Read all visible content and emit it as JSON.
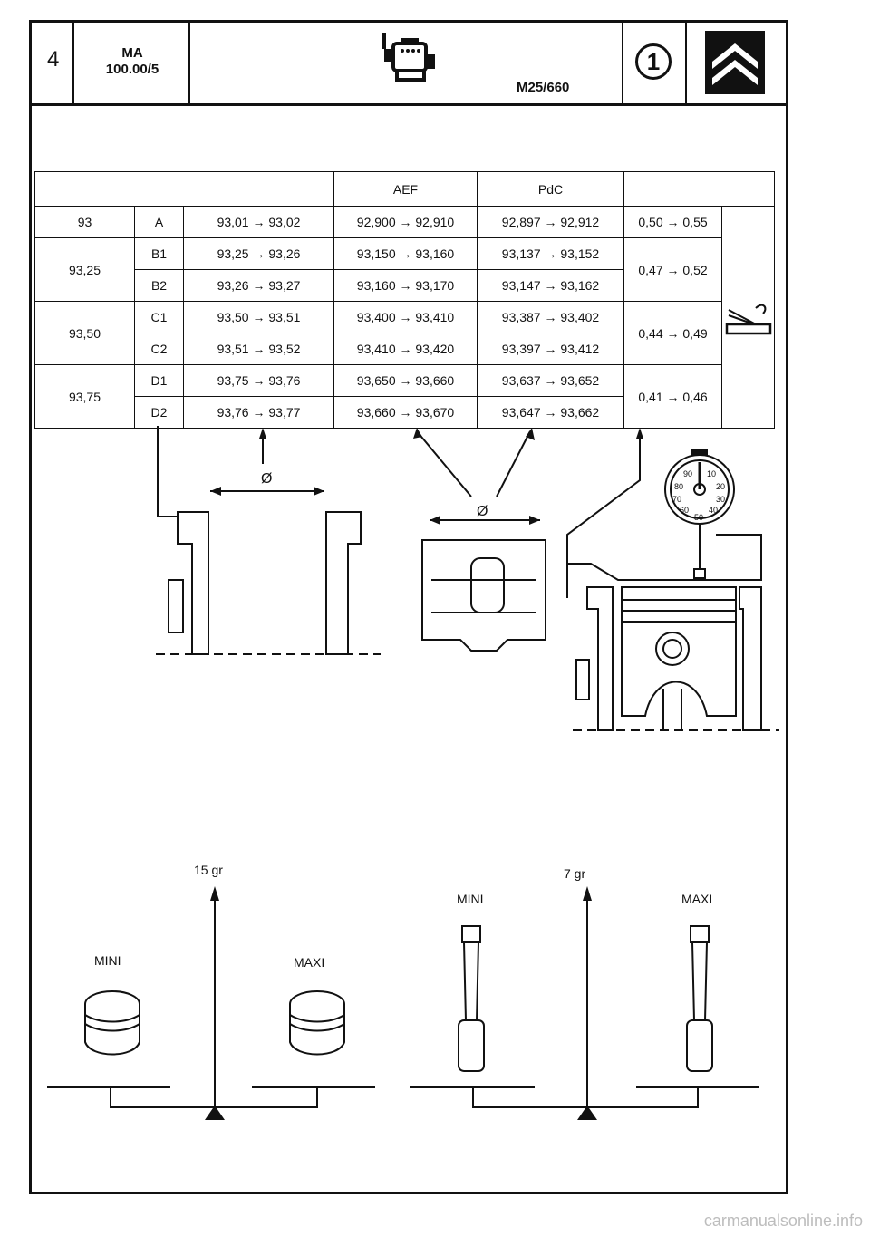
{
  "header": {
    "page_number": "4",
    "ma_line1": "MA",
    "ma_line2": "100.00/5",
    "model": "M25/660",
    "badge": "1",
    "engine_icon": "engine-icon",
    "brand_icon": "citroen-chevron-logo"
  },
  "table": {
    "col_aef": "AEF",
    "col_pdc": "PdC",
    "rows": [
      {
        "group": "93",
        "class": "A",
        "bore": "93,01 → 93,02",
        "aef": "92,900 → 92,910",
        "pdc": "92,897 → 92,912",
        "clearance": "0,50 → 0,55"
      },
      {
        "group": "93,25",
        "class": "B1",
        "bore": "93,25 → 93,26",
        "aef": "93,150 → 93,160",
        "pdc": "93,137 → 93,152",
        "clearance": "0,47 → 0,52"
      },
      {
        "group": "",
        "class": "B2",
        "bore": "93,26 → 93,27",
        "aef": "93,160 → 93,170",
        "pdc": "93,147 → 93,162",
        "clearance": ""
      },
      {
        "group": "93,50",
        "class": "C1",
        "bore": "93,50 → 93,51",
        "aef": "93,400 → 93,410",
        "pdc": "93,387 → 93,402",
        "clearance": "0,44 → 0,49"
      },
      {
        "group": "",
        "class": "C2",
        "bore": "93,51 → 93,52",
        "aef": "93,410 → 93,420",
        "pdc": "93,397 → 93,412",
        "clearance": ""
      },
      {
        "group": "93,75",
        "class": "D1",
        "bore": "93,75 → 93,76",
        "aef": "93,650 → 93,660",
        "pdc": "93,637 → 93,652",
        "clearance": "0,41 → 0,46"
      },
      {
        "group": "",
        "class": "D2",
        "bore": "93,76 → 93,77",
        "aef": "93,660 → 93,670",
        "pdc": "93,647 → 93,662",
        "clearance": ""
      }
    ],
    "feeler_icon": "feeler-gauge-icon"
  },
  "diagrams": {
    "diameter_symbol": "Ø",
    "dial_labels": [
      "90",
      "10",
      "80",
      "20",
      "70",
      "30",
      "60",
      "40",
      "50"
    ]
  },
  "weights": {
    "piston_tolerance": "15 gr",
    "rod_tolerance": "7 gr",
    "mini": "MINI",
    "maxi": "MAXI"
  },
  "footer": {
    "watermark": "carmanualsonline.info"
  }
}
